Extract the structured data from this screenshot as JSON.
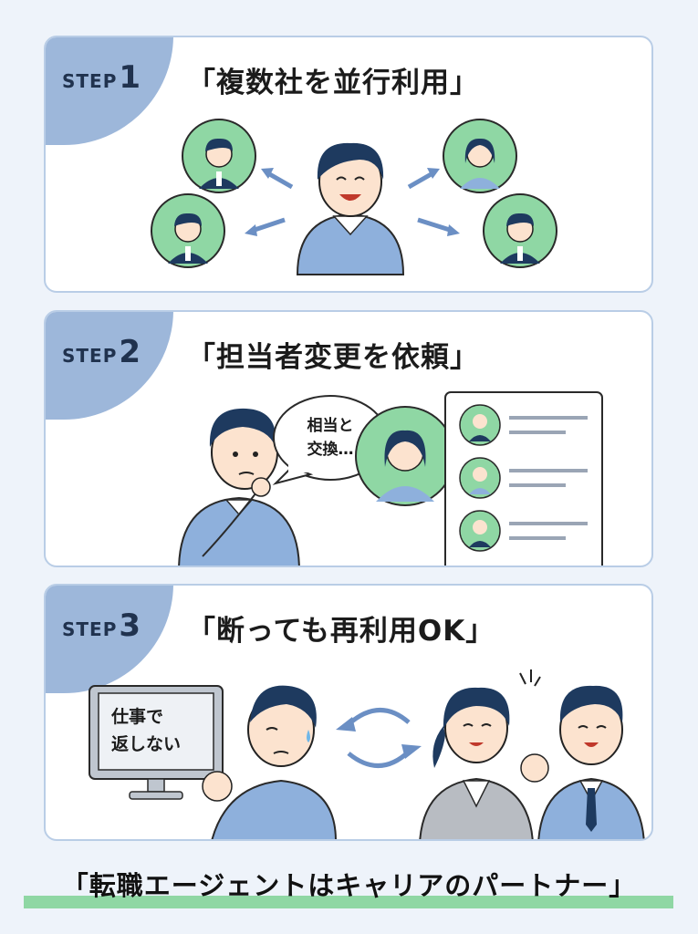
{
  "steps": [
    {
      "step_word": "STEP",
      "step_num": "1",
      "title": "「複数社を並行利用」"
    },
    {
      "step_word": "STEP",
      "step_num": "2",
      "title": "「担当者変更を依頼」",
      "speech_line1": "相当と",
      "speech_line2": "交換…"
    },
    {
      "step_word": "STEP",
      "step_num": "3",
      "title": "「断っても再利用OK」",
      "monitor_line1": "仕事で",
      "monitor_line2": "返しない"
    }
  ],
  "footer": {
    "text": "「転職エージェントはキャリアのパートナー」"
  },
  "colors": {
    "accent_blue": "#9db7da",
    "green_circle": "#8fd7a4",
    "shirt_blue": "#8eb0dc",
    "navy": "#1e3a5f"
  }
}
